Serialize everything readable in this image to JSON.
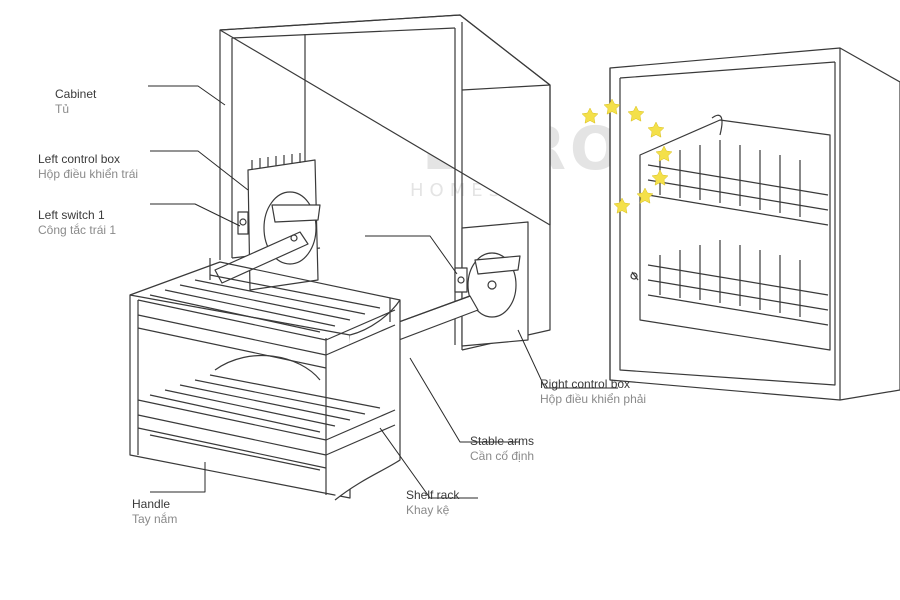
{
  "watermark": {
    "brand": "EURO",
    "sub": "HOMES"
  },
  "colors": {
    "line": "#3a3a3a",
    "stroke_light": "#6d6d6d",
    "label_en": "#3a3a3a",
    "label_vi": "#8a8a8a",
    "star": "#f4e04a"
  },
  "labels": {
    "cabinet": {
      "en": "Cabinet",
      "vi": "Tủ"
    },
    "left_control_box": {
      "en": "Left control box",
      "vi": "Hộp điều khiển trái"
    },
    "left_switch": {
      "en": "Left switch 1",
      "vi": "Công tắc trái 1"
    },
    "right_control_box": {
      "en": "Right control box",
      "vi": "Hộp điều khiển phải"
    },
    "stable_arms": {
      "en": "Stable arms",
      "vi": "Cần cố định"
    },
    "shelf_rack": {
      "en": "Shelf rack",
      "vi": "Khay kệ"
    },
    "handle": {
      "en": "Handle",
      "vi": "Tay nắm"
    }
  }
}
